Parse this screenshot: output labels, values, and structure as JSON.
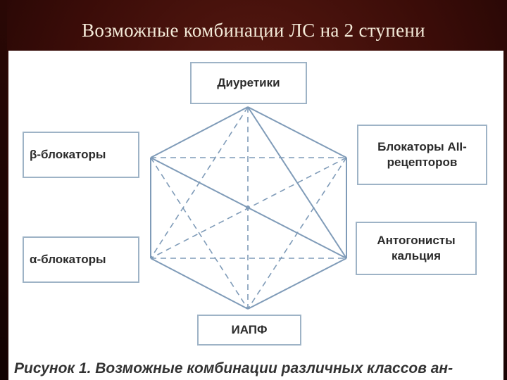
{
  "slide": {
    "title": "Возможные комбинации ЛС на 2 ступени"
  },
  "nodes": {
    "diuretics": "Диуретики",
    "beta_blockers": "β-блокаторы",
    "alpha_blockers": "α-блокаторы",
    "arb": "Блокаторы AII-рецепторов",
    "calcium_antagonists": "Антогонисты кальция",
    "ace_inhibitors": "ИАПФ"
  },
  "caption": "Рисунок 1. Возможные комбинации различных классов ан-",
  "colors": {
    "line": "#7f9bb8",
    "node_border": "#9eb3c6",
    "background": "#3a0c08"
  }
}
